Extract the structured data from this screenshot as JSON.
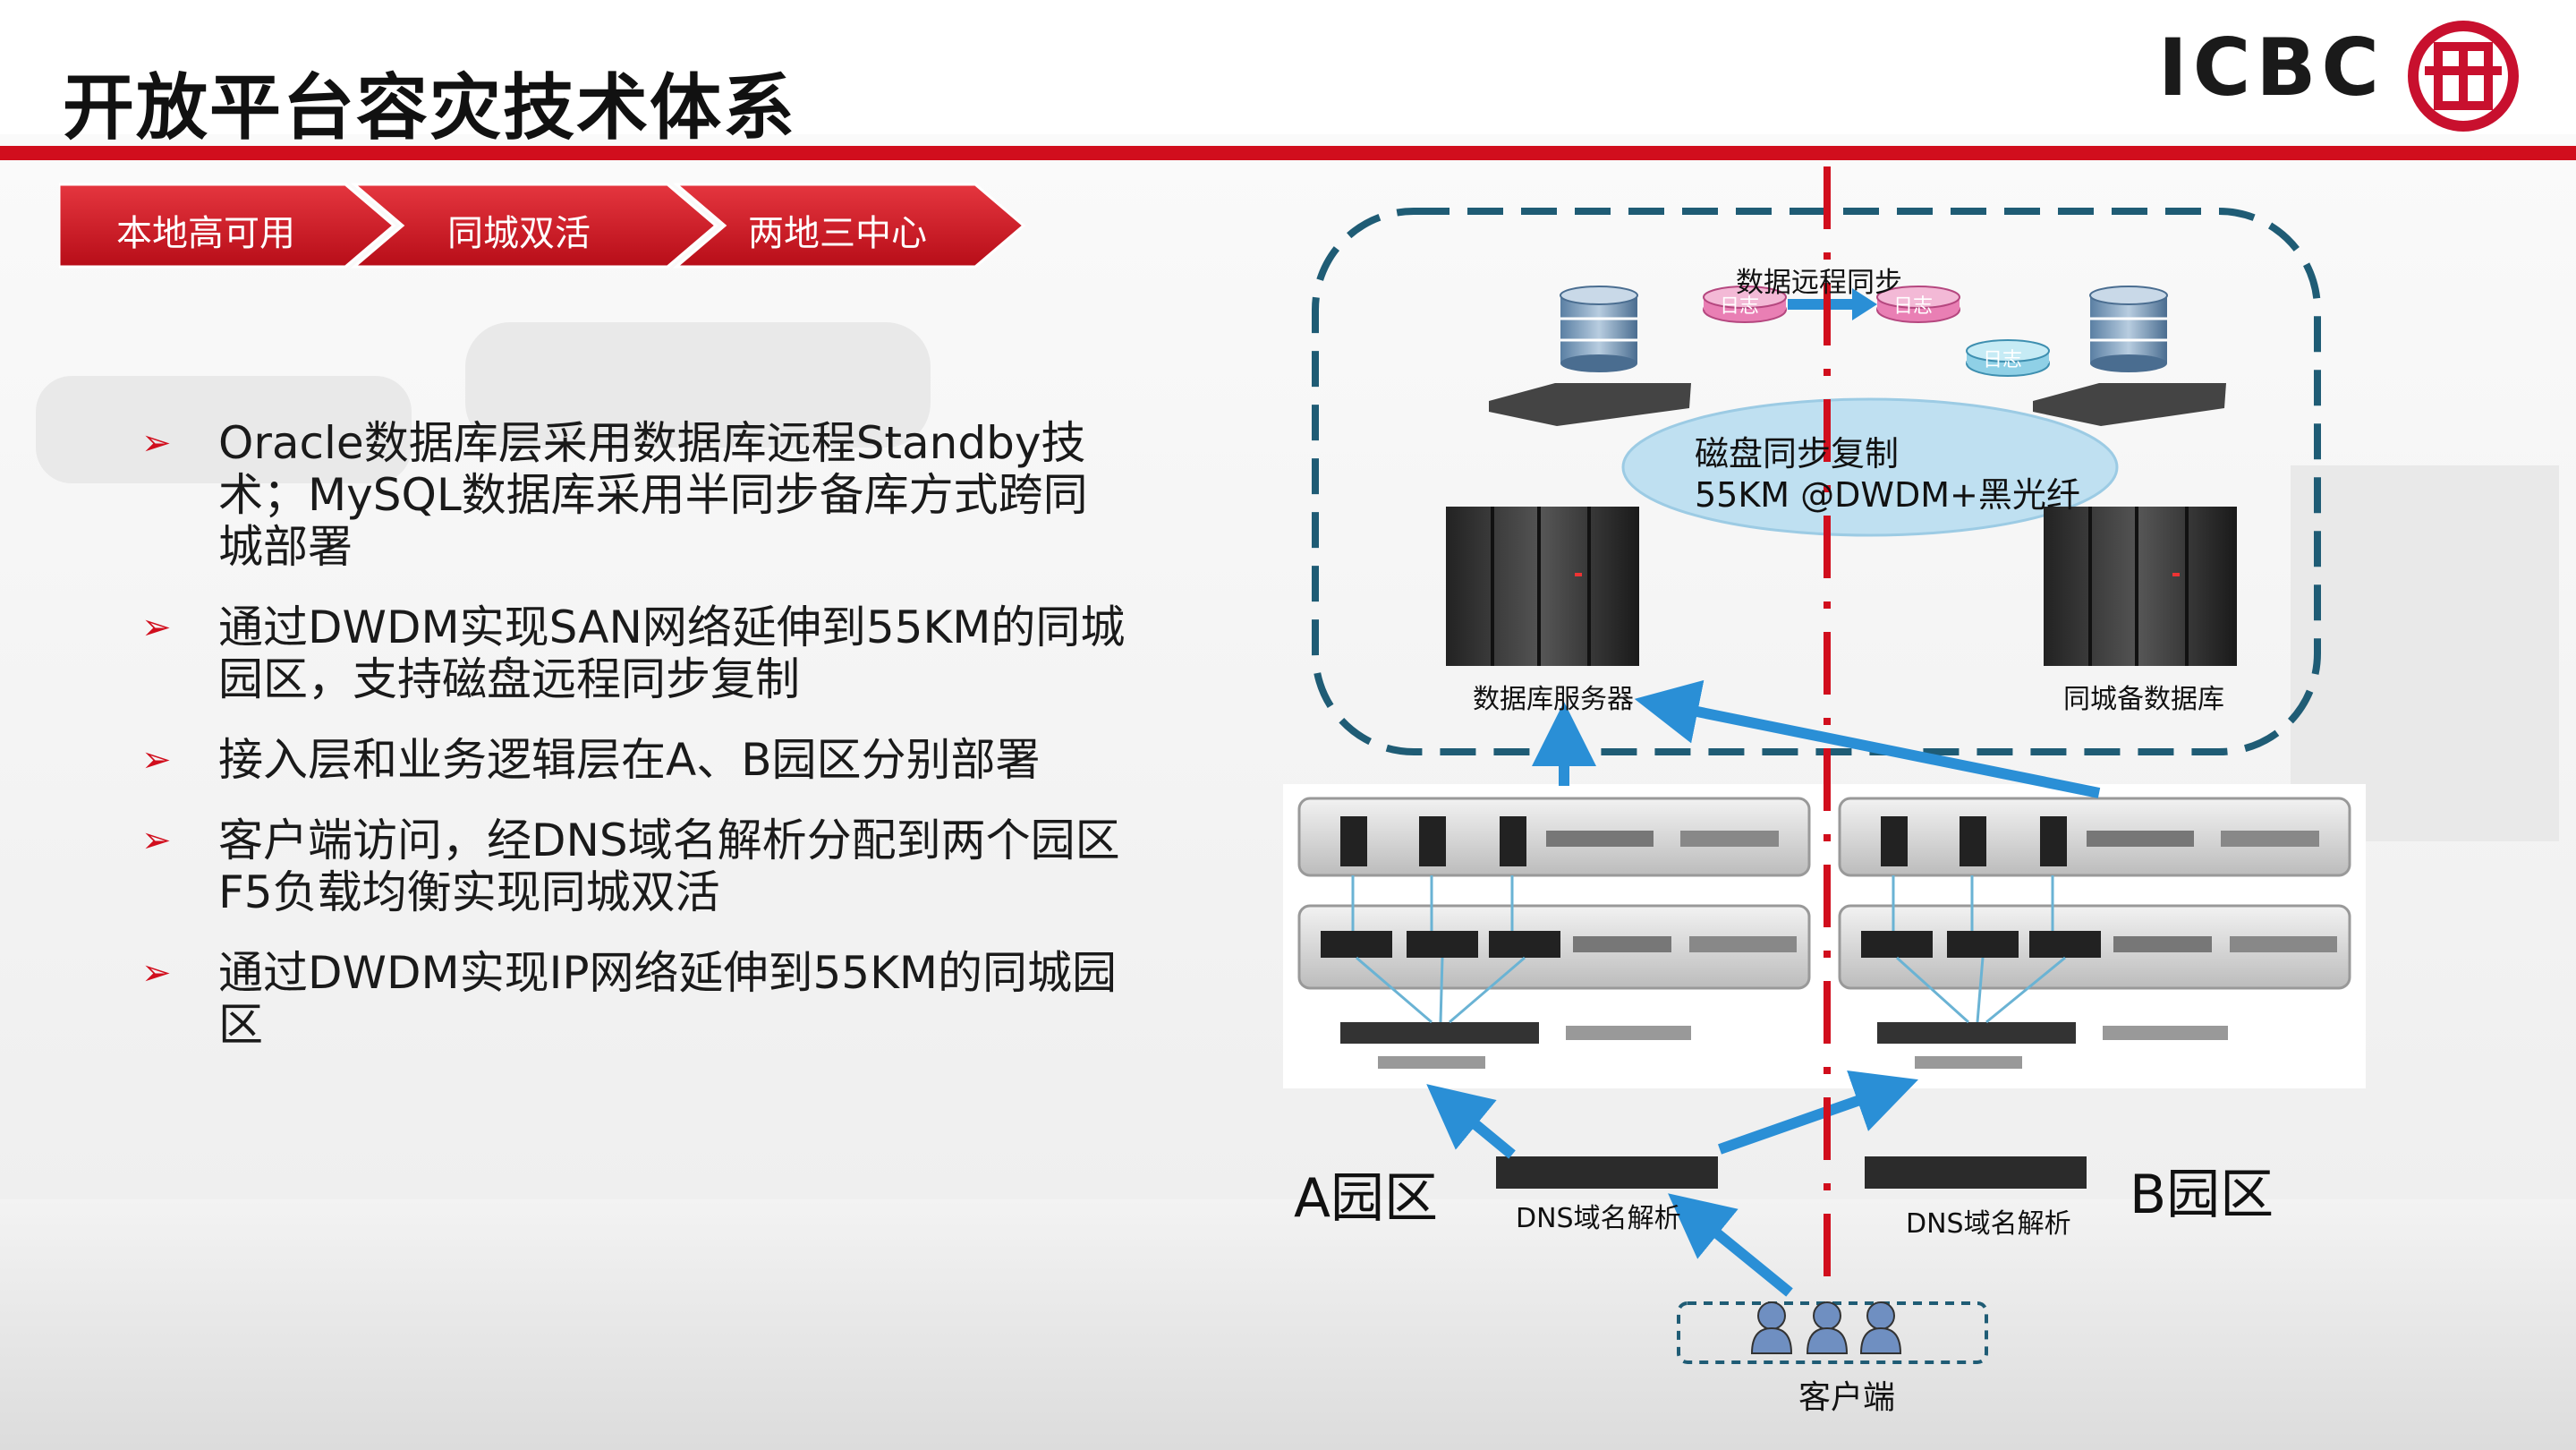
{
  "title": "开放平台容灾技术体系",
  "logo": {
    "text": "ICBC",
    "seal_name": "icbc-seal"
  },
  "steps": [
    "本地高可用",
    "同城双活",
    "两地三中心"
  ],
  "bullets": [
    "Oracle数据库层采用数据库远程Standby技术；MySQL数据库采用半同步备库方式跨同城部署",
    "通过DWDM实现SAN网络延伸到55KM的同城园区，支持磁盘远程同步复制",
    "接入层和业务逻辑层在A、B园区分别部署",
    "客户端访问，经DNS域名解析分配到两个园区F5负载均衡实现同城双活",
    "通过DWDM实现IP网络延伸到55KM的同城园区"
  ],
  "diagram": {
    "remote_sync": "数据远程同步",
    "log_label": "日志",
    "disk_sync_line1": "磁盘同步复制",
    "disk_sync_line2": "55KM @DWDM+黑光纤",
    "db_server": "数据库服务器",
    "standby_db": "同城备数据库",
    "zone_a": "A园区",
    "zone_b": "B园区",
    "dns_a": "DNS域名解析",
    "dns_b": "DNS域名解析",
    "client": "客户端",
    "colors": {
      "red": "#d10e1d",
      "dash_teal": "#1f5c75",
      "arrow_blue": "#2a8fd6"
    }
  }
}
